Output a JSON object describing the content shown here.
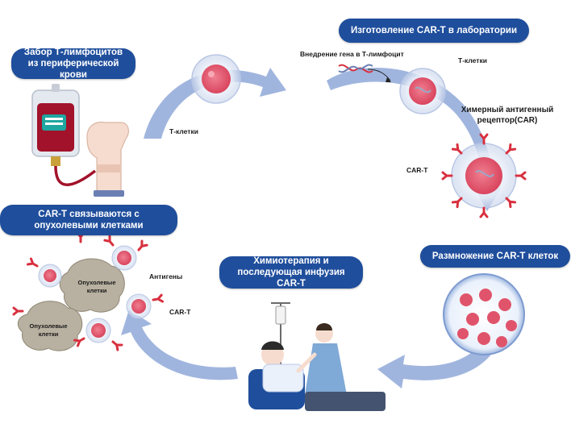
{
  "steps": {
    "collection": "Забор Т-лимфоцитов из периферической крови",
    "manufacturing": "Изготовление CAR-T в лаборатории",
    "expansion": "Размножение CAR-T клеток",
    "infusion": "Химиотерапия и последующая инфузия CAR-T",
    "binding": "CAR-T связываются с опухолевыми клетками"
  },
  "labels": {
    "t_cells_left": "Т-клетки",
    "gene_insertion": "Внедрение гена в Т-лимфоцит",
    "t_cells_right": "Т-клетки",
    "car_receptor": "Химерный антигенный рецептор(CAR)",
    "car_t_right": "CAR-T",
    "antigens": "Антигены",
    "car_t_left": "CAR-T",
    "tumor_cells_1": "Опухолевые клетки",
    "tumor_cells_2": "Опухолевые клетки"
  },
  "colors": {
    "pill_bg": "#1f4e9c",
    "arrow": "#8fa8d8",
    "cell_nucleus": "#e0546b",
    "receptor": "#d8303f",
    "tumor_cell": "#b8b0a0"
  }
}
